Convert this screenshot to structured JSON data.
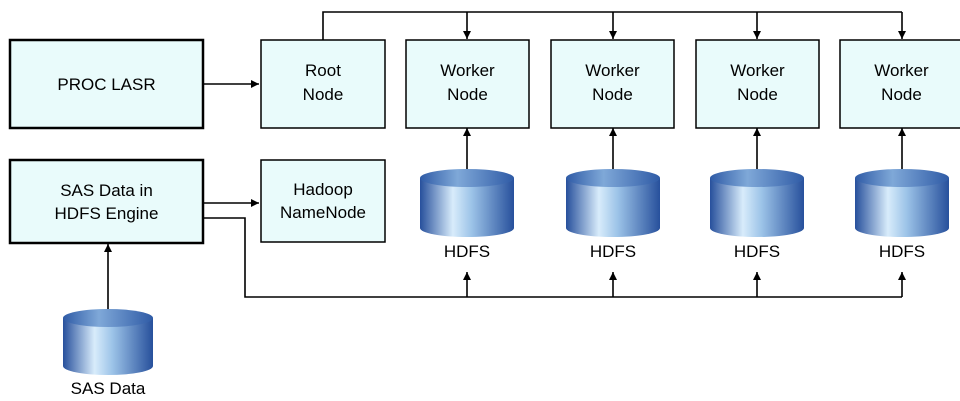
{
  "colors": {
    "box_fill": "#e9fbfb",
    "box_stroke": "#000000",
    "line": "#000000",
    "cylinder_dark": "#27509c",
    "cylinder_light": "#d8ecfb",
    "cylinder_top": "#5f8cc6"
  },
  "nodes": {
    "proc_lasr": "PROC LASR",
    "root_node": [
      "Root",
      "Node"
    ],
    "workers": [
      [
        "Worker",
        "Node"
      ],
      [
        "Worker",
        "Node"
      ],
      [
        "Worker",
        "Node"
      ],
      [
        "Worker",
        "Node"
      ]
    ],
    "sas_data_engine": [
      "SAS Data in",
      "HDFS Engine"
    ],
    "hadoop_namenode": [
      "Hadoop",
      "NameNode"
    ]
  },
  "storage": {
    "hdfs": [
      "HDFS",
      "HDFS",
      "HDFS",
      "HDFS"
    ],
    "sas_data": "SAS Data"
  }
}
